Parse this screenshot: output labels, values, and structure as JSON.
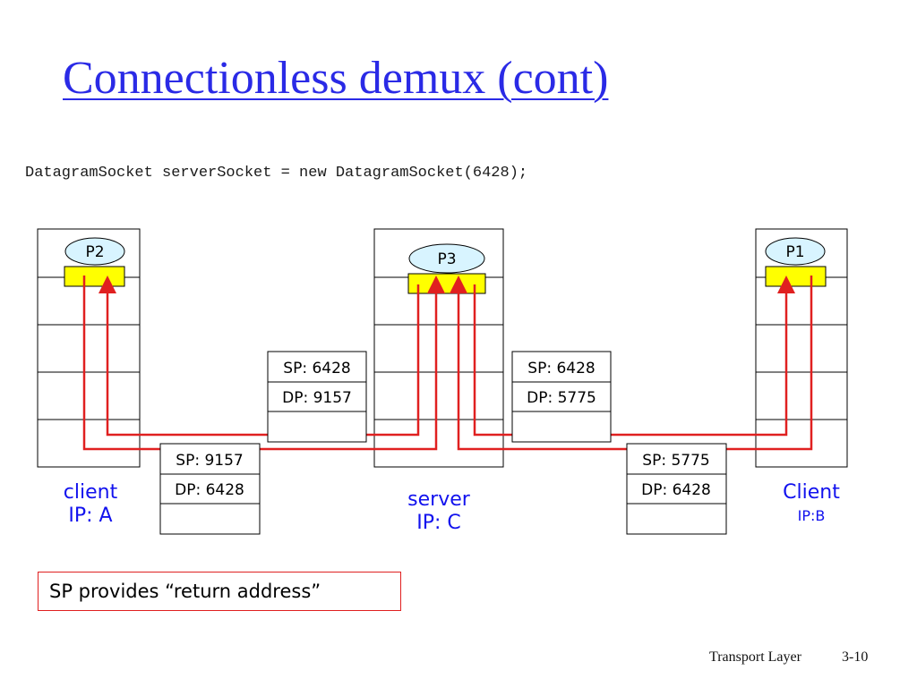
{
  "slide": {
    "title": "Connectionless demux (cont)",
    "code": "DatagramSocket serverSocket = new DatagramSocket(6428);",
    "note": "SP provides “return address”",
    "footer_section": "Transport Layer",
    "footer_page": "3-10"
  },
  "hosts": {
    "client_a": {
      "name": "client",
      "ip": "IP: A",
      "process": "P2"
    },
    "server": {
      "name": "server",
      "ip": "IP: C",
      "process": "P3"
    },
    "client_b": {
      "name": "Client",
      "ip": "IP:B",
      "process": "P1"
    }
  },
  "segments": {
    "a_to_c": {
      "sp": "SP: 9157",
      "dp": "DP: 6428"
    },
    "c_to_a": {
      "sp": "SP: 6428",
      "dp": "DP: 9157"
    },
    "c_to_b": {
      "sp": "SP: 6428",
      "dp": "DP: 5775"
    },
    "b_to_c": {
      "sp": "SP: 5775",
      "dp": "DP: 6428"
    }
  },
  "colors": {
    "title": "#2a2ae6",
    "host_label": "#1212ee",
    "arrow": "#e02020",
    "socket": "#ffff00",
    "process": "#d8f4ff"
  }
}
